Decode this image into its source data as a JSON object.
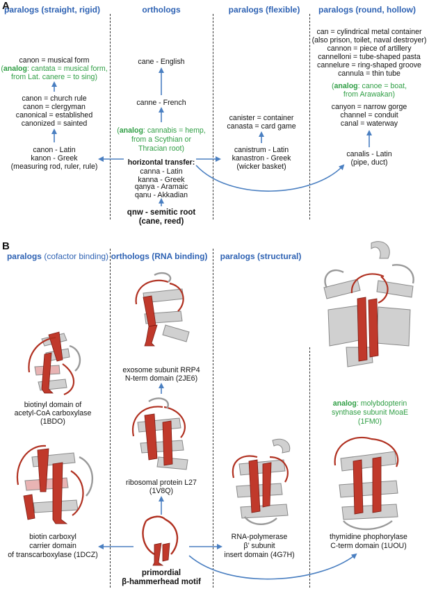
{
  "colors": {
    "header": "#2e62b3",
    "analog": "#2f9e44",
    "arrow": "#4a7fc1",
    "helix_red": "#c0392b",
    "strand_gray": "#c8c8c8"
  },
  "panelA": {
    "label": "A",
    "headers": [
      "paralogs (straight, rigid)",
      "orthologs",
      "paralogs (flexible)",
      "paralogs (round, hollow)"
    ],
    "col1": {
      "canon_musical": "canon = musical form",
      "analog_word": "analog",
      "analog_rest": ": cantata = musical form,",
      "analog_line2": "from Lat. canere = to sing)",
      "rule_lines": [
        "canon = church rule",
        "canon = clergyman",
        "canonical = established",
        "canonized = sainted"
      ],
      "root_lines": [
        "canon - Latin",
        "kanon - Greek",
        "(measuring rod, ruler, rule)"
      ]
    },
    "col2": {
      "english": "cane - English",
      "french": "canne - French",
      "analog_word": "analog",
      "analog_lines": [
        ": cannabis = hemp,",
        "from a Scythian or",
        "Thracian root)"
      ],
      "transfer_title": "horizontal transfer:",
      "transfer_lines": [
        "canna - Latin",
        "kanna - Greek"
      ],
      "semitic_lines": [
        "qanya - Aramaic",
        "qanu - Akkadian"
      ],
      "root_lines": [
        "qnw - semitic root",
        "(cane, reed)"
      ]
    },
    "col3": {
      "top_lines": [
        "canister = container",
        "canasta = card game"
      ],
      "root_lines": [
        "canistrum - Latin",
        "kanastron - Greek",
        "(wicker basket)"
      ]
    },
    "col4": {
      "top_lines": [
        "can = cylindrical metal container",
        "(also prison, toilet, naval destroyer)",
        "cannon = piece of artillery",
        "cannelloni = tube-shaped pasta",
        "cannelure = ring-shaped groove",
        "cannula = thin tube"
      ],
      "analog_word": "analog",
      "analog_rest": ": canoe = boat,",
      "analog_line2": "from Arawakan)",
      "mid_lines": [
        "canyon = narrow gorge",
        "channel = conduit",
        "canal = waterway"
      ],
      "root_lines": [
        "canalis - Latin",
        "(pipe, duct)"
      ]
    }
  },
  "panelB": {
    "label": "B",
    "headers": [
      {
        "main": "paralogs ",
        "sub": "(cofactor binding)"
      },
      {
        "main": "orthologs (RNA binding)",
        "sub": ""
      },
      {
        "main": "paralogs (structural)",
        "sub": ""
      }
    ],
    "col1": {
      "upper_lines": [
        "biotinyl domain of",
        "acetyl-CoA carboxylase",
        "(1BDO)"
      ],
      "lower_lines": [
        "biotin carboxyl",
        "carrier domain",
        "of transcarboxylase (1DCZ)"
      ]
    },
    "col2": {
      "top_lines": [
        "exosome subunit RRP4",
        "N-term domain (2JE6)"
      ],
      "mid_lines": [
        "ribosomal protein L27",
        "(1V8Q)"
      ],
      "root_lines": [
        "primordial",
        "β-hammerhead motif"
      ]
    },
    "col3": {
      "lines": [
        "RNA-polymerase",
        "β’ subunit",
        "insert domain (4G7H)"
      ]
    },
    "col4": {
      "analog_word": "analog",
      "analog_lines": [
        ": molybdopterin",
        "synthase subunit MoaE",
        "(1FM0)"
      ],
      "lower_lines": [
        "thymidine phophorylase",
        "C-term domain (1UOU)"
      ]
    }
  }
}
